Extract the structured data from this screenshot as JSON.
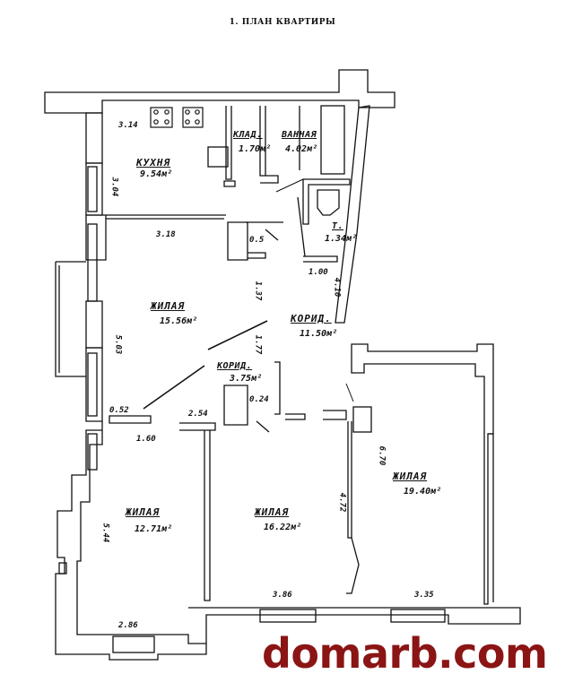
{
  "title": "1. ПЛАН КВАРТИРЫ",
  "rooms": [
    {
      "name": "КУХНЯ",
      "area": "9.54"
    },
    {
      "name": "КЛАД.",
      "area": "1.70"
    },
    {
      "name": "ВАННАЯ",
      "area": "4.02"
    },
    {
      "name": "Т.",
      "area": "1.34"
    },
    {
      "name": "ЖИЛАЯ",
      "area": "15.56"
    },
    {
      "name": "КОРИД.",
      "area": "11.50"
    },
    {
      "name": "КОРИД.",
      "area": "3.75"
    },
    {
      "name": "ЖИЛАЯ",
      "area": "19.40"
    },
    {
      "name": "ЖИЛАЯ",
      "area": "12.71"
    },
    {
      "name": "ЖИЛАЯ",
      "area": "16.22"
    }
  ],
  "area_unit": "м²",
  "dimensions": [
    "3.14",
    "3.04",
    "3.18",
    "0.5",
    "1.37",
    "1.00",
    "4.10",
    "5.03",
    "1.77",
    "0.52",
    "0.24",
    "2.54",
    "1.60",
    "6.70",
    "5.44",
    "4.72",
    "3.86",
    "3.35",
    "2.86"
  ],
  "watermark": "domarb.com",
  "colors": {
    "ink": "#111111",
    "watermark": "#8b1414",
    "paper": "#ffffff"
  }
}
